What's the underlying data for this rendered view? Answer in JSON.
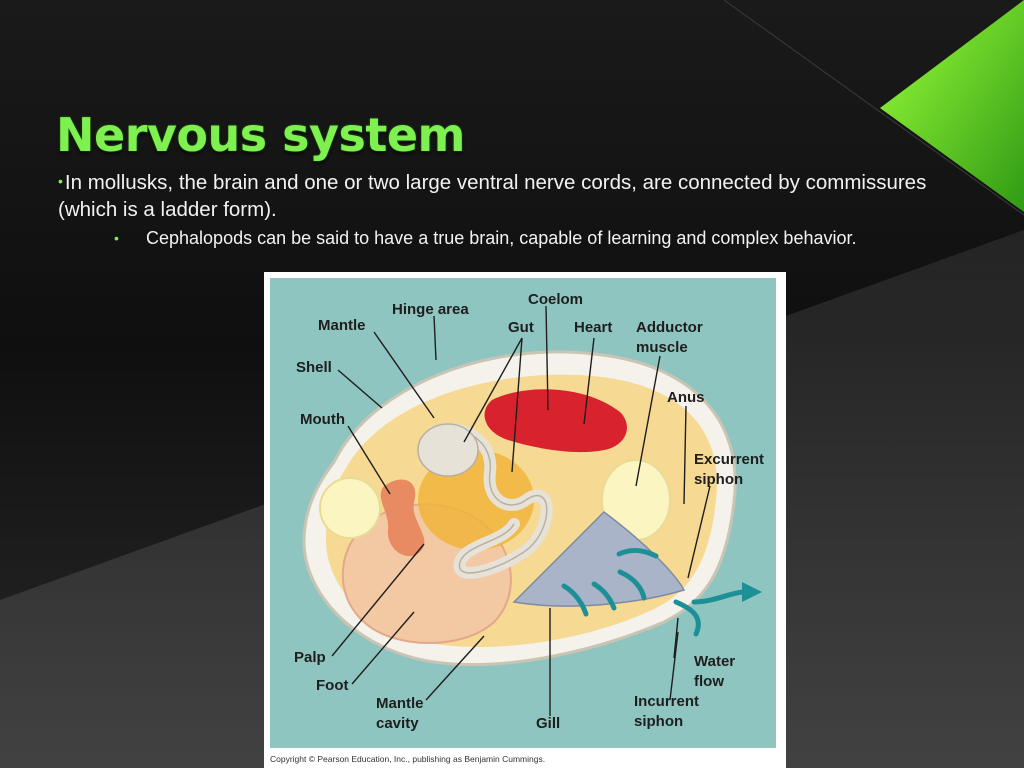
{
  "slide": {
    "title": "Nervous system",
    "bullet_main": "In mollusks, the brain and one or two large ventral nerve cords, are connected by commissures (which is a ladder form).",
    "bullet_sub": "Cephalopods can be said to have a true brain, capable of learning and complex behavior.",
    "bullet_symbol": "•",
    "accent_color": "#7ef04f"
  },
  "figure": {
    "labels": {
      "coelom": "Coelom",
      "hinge_area": "Hinge area",
      "mantle": "Mantle",
      "gut": "Gut",
      "heart": "Heart",
      "adductor_1": "Adductor",
      "adductor_2": "muscle",
      "shell": "Shell",
      "anus": "Anus",
      "mouth": "Mouth",
      "excurrent_1": "Excurrent",
      "excurrent_2": "siphon",
      "palp": "Palp",
      "water_1": "Water",
      "water_2": "flow",
      "foot": "Foot",
      "mantle_cavity_1": "Mantle",
      "mantle_cavity_2": "cavity",
      "gill": "Gill",
      "incurrent_1": "Incurrent",
      "incurrent_2": "siphon"
    },
    "copyright": "Copyright © Pearson Education, Inc., publishing as Benjamin Cummings.",
    "colors": {
      "background": "#8fc5c0",
      "shell": "#f4f2ea",
      "mantle": "#f6d992",
      "heart": "#d8232e",
      "gut": "#e7e2d8",
      "gill": "#a9b4c8",
      "foot": "#f3c9a3",
      "water_arrow": "#1d8f97"
    }
  }
}
